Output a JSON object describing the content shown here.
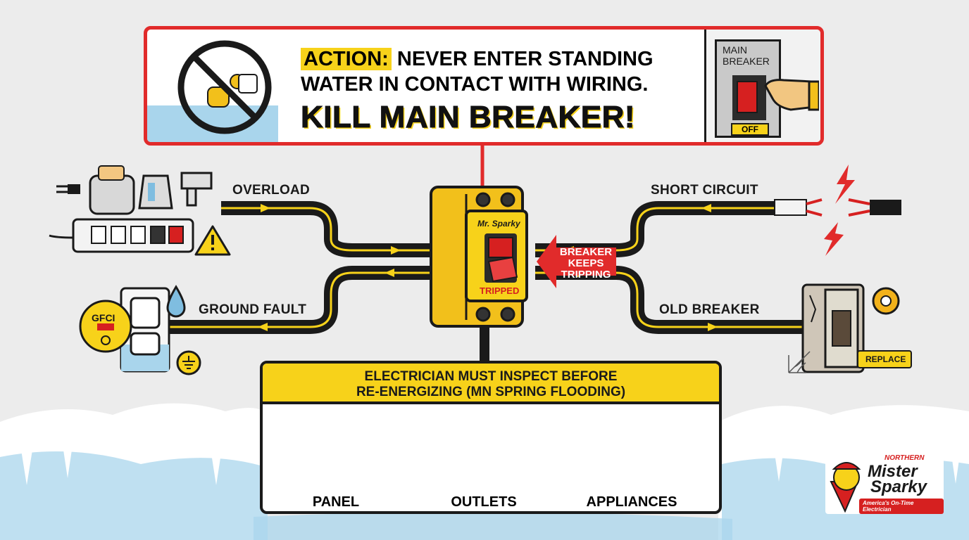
{
  "alert": {
    "action_label": "ACTION:",
    "line1_rest": "NEVER ENTER STANDING",
    "line2": "WATER IN CONTACT WITH WIRING.",
    "line3": "KILL MAIN BREAKER!",
    "main_breaker_l1": "MAIN",
    "main_breaker_l2": "BREAKER",
    "off_label": "OFF"
  },
  "breaker": {
    "brand": "Mr. Sparky",
    "status": "TRIPPED",
    "arrow_l1": "BREAKER",
    "arrow_l2": "KEEPS",
    "arrow_l3": "TRIPPING"
  },
  "causes": {
    "overload": "OVERLOAD",
    "ground_fault": "GROUND FAULT",
    "short_circuit": "SHORT CIRCUIT",
    "old_breaker": "OLD BREAKER",
    "gfci": "GFCI",
    "replace": "REPLACE"
  },
  "inspect": {
    "title1": "ELECTRICIAN MUST INSPECT BEFORE",
    "title2": "RE-ENERGIZING (MN SPRING FLOODING)",
    "items": [
      {
        "label": "PANEL"
      },
      {
        "label": "OUTLETS"
      },
      {
        "label": "APPLIANCES"
      }
    ]
  },
  "logo": {
    "top": "NORTHERN",
    "line1": "Mister",
    "line2": "Sparky",
    "tagline": "America's On-Time Electrician"
  },
  "colors": {
    "accent_red": "#e12b2b",
    "accent_yellow": "#f7d21a",
    "ink": "#1a1a1a",
    "water": "#a9d5ec"
  }
}
